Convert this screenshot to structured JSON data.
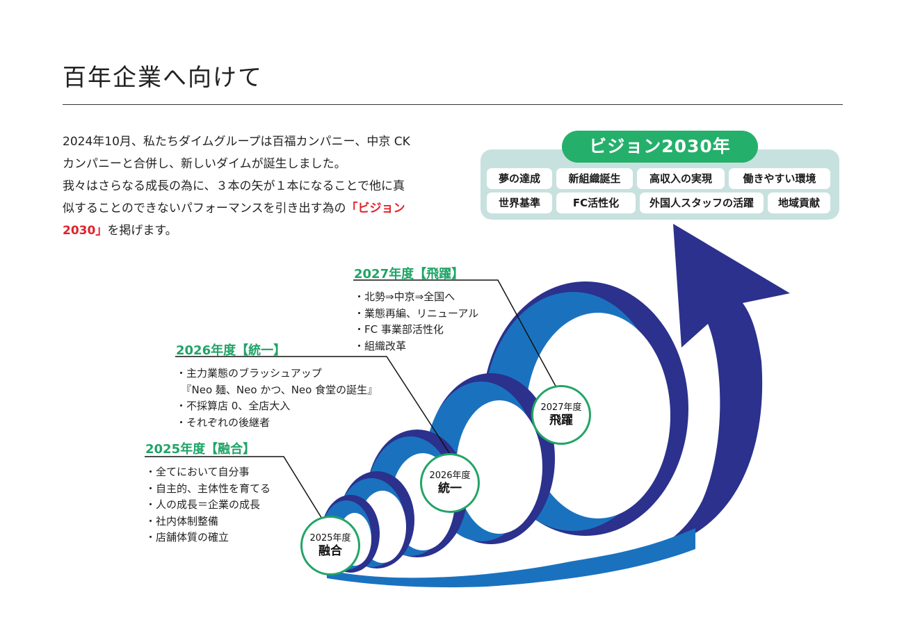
{
  "page": {
    "title": "百年企業へ向けて"
  },
  "intro": {
    "line1": "2024年10月、私たちダイムグループは百福カンパニー、中京 CK",
    "line2": "カンパニーと合併し、新しいダイムが誕生しました。",
    "line3": "我々はさらなる成長の為に、３本の矢が１本になることで他に真",
    "line4a": "似することのできないパフォーマンスを引き出す為の",
    "highlight1": "「ビジョン",
    "highlight2": "2030」",
    "line5b": "を掲げます。"
  },
  "vision": {
    "title": "ビジョン2030年",
    "goals": [
      "夢の達成",
      "新組織誕生",
      "高収入の実現",
      "働きやすい環境",
      "世界基準",
      "FC活性化",
      "外国人スタッフの活躍",
      "地域貢献"
    ]
  },
  "phases": {
    "p2025": {
      "title": "2025年度【融合】",
      "items": [
        "・全てにおいて自分事",
        "・自主的、主体性を育てる",
        "・人の成長＝企業の成長",
        "・社内体制整備",
        "・店舗体質の確立"
      ]
    },
    "p2026": {
      "title": "2026年度【統一】",
      "items": [
        "・主力業態のブラッシュアップ",
        "　『Neo 麺、Neo かつ、Neo 食堂の誕生』",
        "・不採算店 0、全店大入",
        "・それぞれの後継者"
      ]
    },
    "p2027": {
      "title": "2027年度【飛躍】",
      "items": [
        "・北勢⇒中京⇒全国へ",
        "・業態再編、リニューアル",
        "・FC 事業部活性化",
        "・組織改革"
      ]
    }
  },
  "badges": {
    "b2025": {
      "year": "2025年度",
      "name": "融合"
    },
    "b2026": {
      "year": "2026年度",
      "name": "統一"
    },
    "b2027": {
      "year": "2027年度",
      "name": "飛躍"
    }
  },
  "colors": {
    "accent_green": "#24b06b",
    "highlight_red": "#e0232b",
    "spiral_light": "#1a72bf",
    "spiral_dark": "#2b318c",
    "vision_panel": "#c7e1de"
  }
}
